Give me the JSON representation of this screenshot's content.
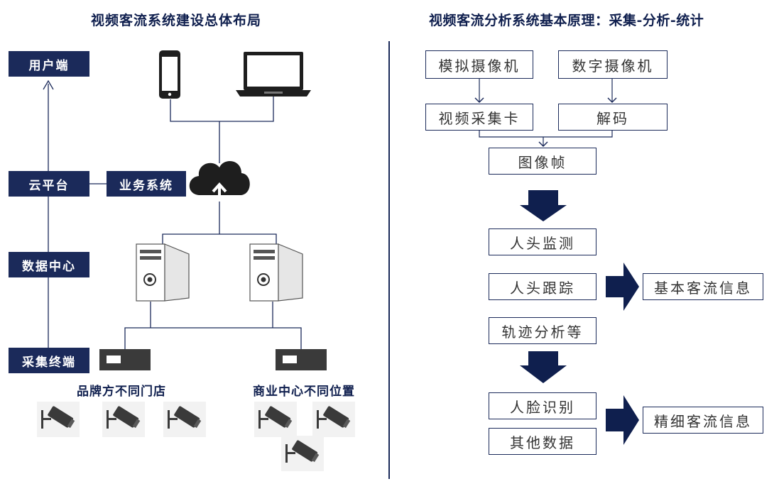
{
  "left_panel": {
    "title": "视频客流系统建设总体布局",
    "tiers": {
      "user_end": "用户端",
      "cloud_platform": "云平台",
      "business_system": "业务系统",
      "data_center": "数据中心",
      "collection_terminal": "采集终端"
    },
    "sites": {
      "brand_stores": "品牌方不同门店",
      "commercial_center": "商业中心不同位置"
    },
    "icons": [
      "smartphone-icon",
      "laptop-icon",
      "cloud-upload-icon",
      "server-icon",
      "nvr-icon",
      "cctv-camera-icon"
    ]
  },
  "right_panel": {
    "title": "视频客流分析系统基本原理：采集-分析-统计",
    "flow": {
      "analog_camera": "模拟摄像机",
      "digital_camera": "数字摄像机",
      "capture_card": "视频采集卡",
      "decode": "解码",
      "image_frame": "图像帧",
      "head_detection": "人头监测",
      "head_tracking": "人头跟踪",
      "trajectory_analysis": "轨迹分析等",
      "face_recognition": "人脸识别",
      "other_data": "其他数据",
      "basic_info": "基本客流信息",
      "fine_info": "精细客流信息"
    }
  },
  "colors": {
    "navy": "#1b2a5a",
    "title": "#0f1f4e",
    "line": "#1b2a5a",
    "device_gray": "#3a3a3a",
    "server_body": "#ffffff"
  }
}
